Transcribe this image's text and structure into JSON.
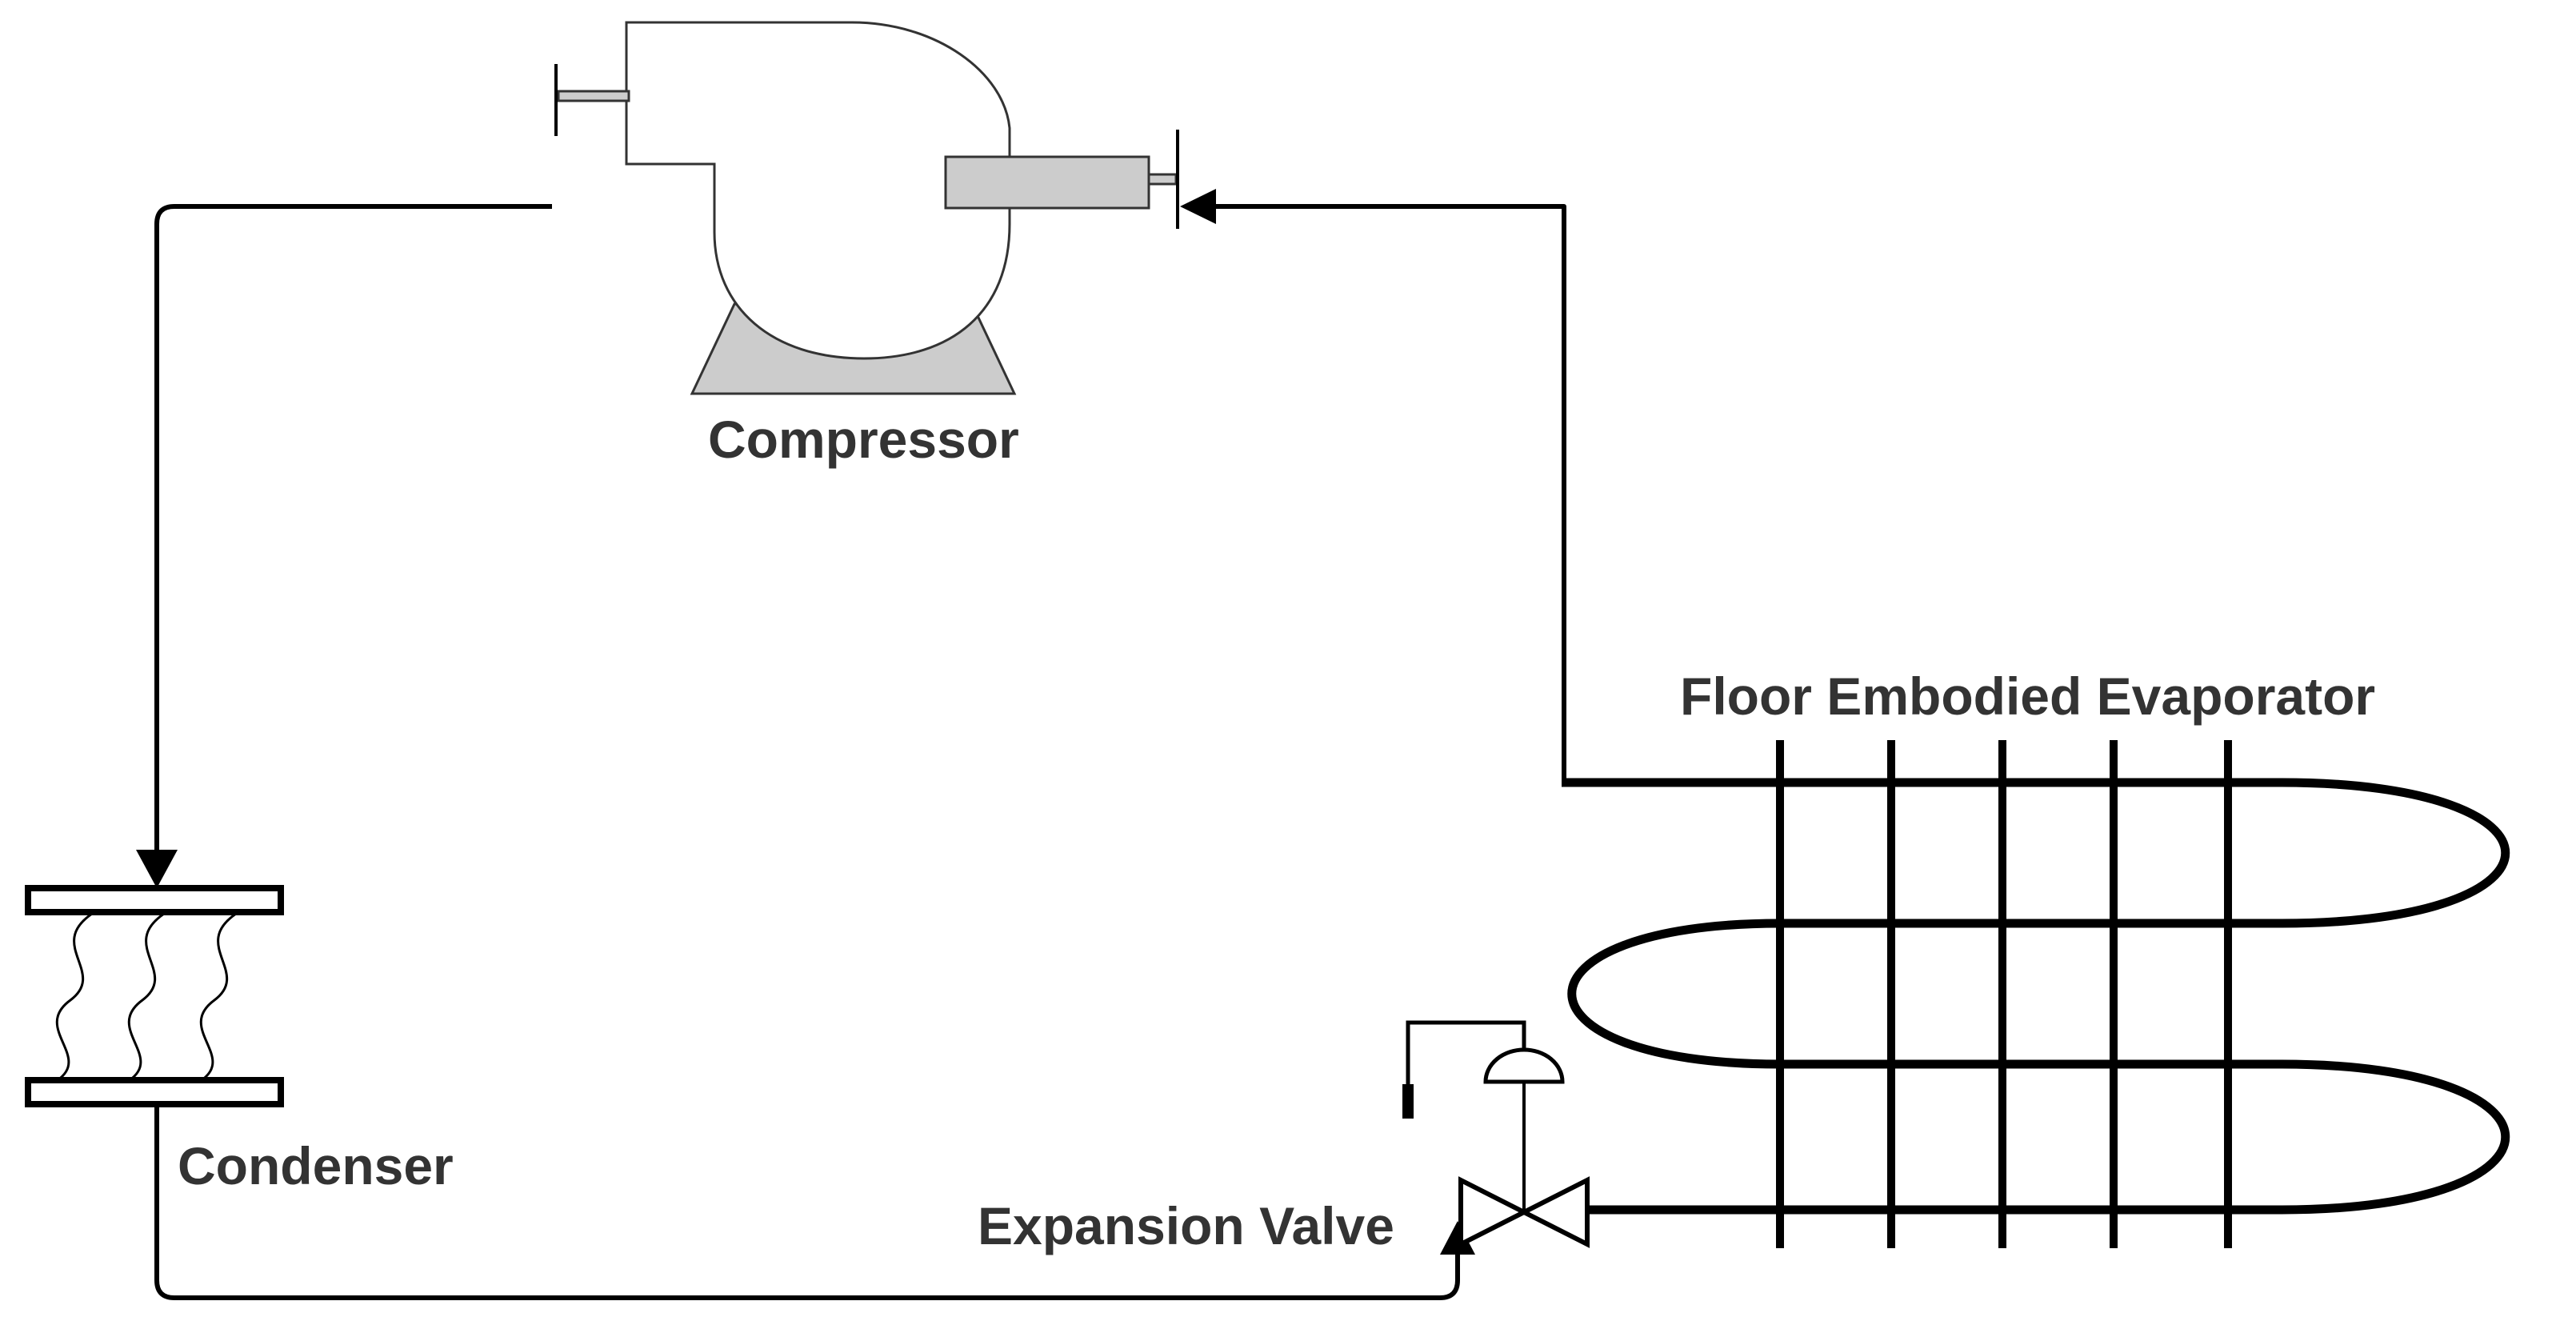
{
  "diagram": {
    "labels": {
      "compressor": "Compressor",
      "condenser": "Condenser",
      "expansion_valve": "Expansion Valve",
      "evaporator": "Floor Embodied Evaporator"
    },
    "colors": {
      "line": "#000000",
      "component_fill": "#cccccc",
      "text": "#333333",
      "background": "#ffffff"
    },
    "icons": {
      "compressor": "centrifugal-compressor-icon",
      "condenser": "heat-exchanger-icon",
      "expansion_valve": "diaphragm-valve-icon",
      "evaporator": "serpentine-coil-icon"
    }
  }
}
